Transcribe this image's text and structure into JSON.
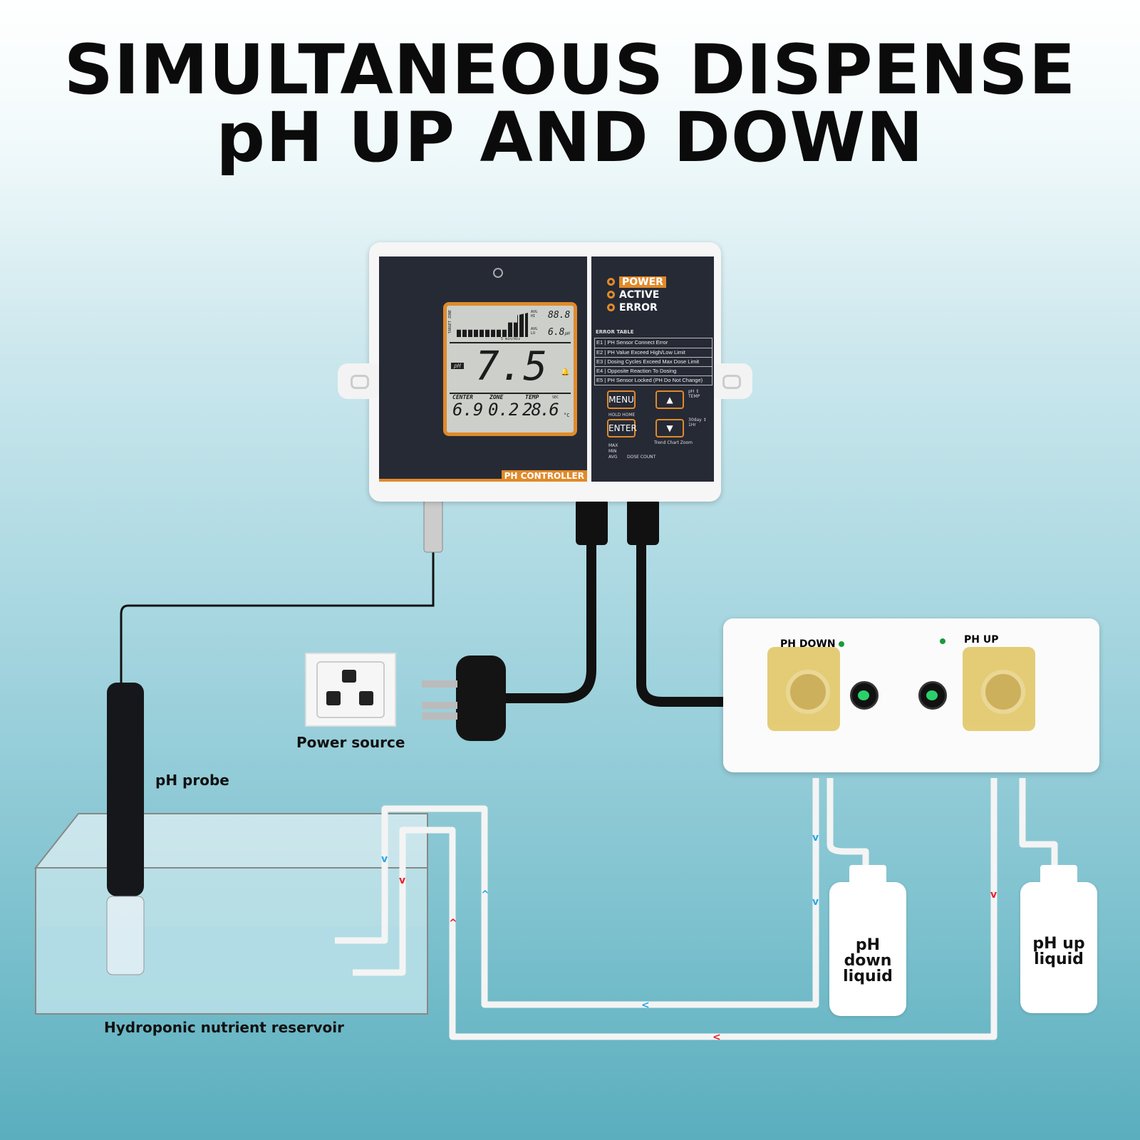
{
  "title": {
    "line1": "SIMULTANEOUS DISPENSE",
    "line2": "pH UP AND DOWN"
  },
  "controller": {
    "label": "PH CONTROLLER",
    "leds": [
      "POWER",
      "ACTIVE",
      "ERROR"
    ],
    "error_table": {
      "title": "ERROR TABLE",
      "rows": [
        {
          "code": "E1",
          "text": "PH Sensor Connect Error"
        },
        {
          "code": "E2",
          "text": "PH Value Exceed High/Low Limit"
        },
        {
          "code": "E3",
          "text": "Dosing Cycles Exceed Max Dose Limit"
        },
        {
          "code": "E4",
          "text": "Opposite Reaction To Dosing"
        },
        {
          "code": "E5",
          "text": "PH Sensor Locked (PH Do Not Change)"
        }
      ]
    },
    "buttons": {
      "menu": "MENU",
      "enter": "ENTER",
      "hold_home": "HOLD HOME",
      "up_hint": "pH ↕ TEMP",
      "down_hint": "30day ↕ 1Hr",
      "trend": "Trend Chart Zoom",
      "max": "MAX",
      "min": "MIN",
      "avg": "AVG",
      "dose_count": "DOSE COUNT"
    },
    "lcd": {
      "target_zone": "TARGET ZONE",
      "avg_hi": "AVG HI",
      "avg_hi_value": "88.8",
      "avg_lo": "AVG LO",
      "avg_lo_value": "6.8",
      "avg_lo_unit": "pH",
      "time_label": "5 min/div",
      "ph_badge": "pH",
      "main_value": "7.5",
      "center_label": "CENTER",
      "center_value": "6.9",
      "zone_label": "ZONE",
      "zone_value": "0.2",
      "temp_label": "TEMP",
      "temp_sec": "SEC",
      "temp_value": "28.6",
      "temp_unit": "°C"
    }
  },
  "pump": {
    "down_label": "PH DOWN",
    "up_label": "PH UP"
  },
  "labels": {
    "power_source": "Power source",
    "probe": "pH probe",
    "reservoir": "Hydroponic nutrient reservoir",
    "ph_down_liquid": "pH down liquid",
    "ph_up_liquid": "pH up liquid"
  },
  "colors": {
    "accent": "#e08a2a",
    "down_flow": "#2aa6e8",
    "up_flow": "#e8202a"
  }
}
